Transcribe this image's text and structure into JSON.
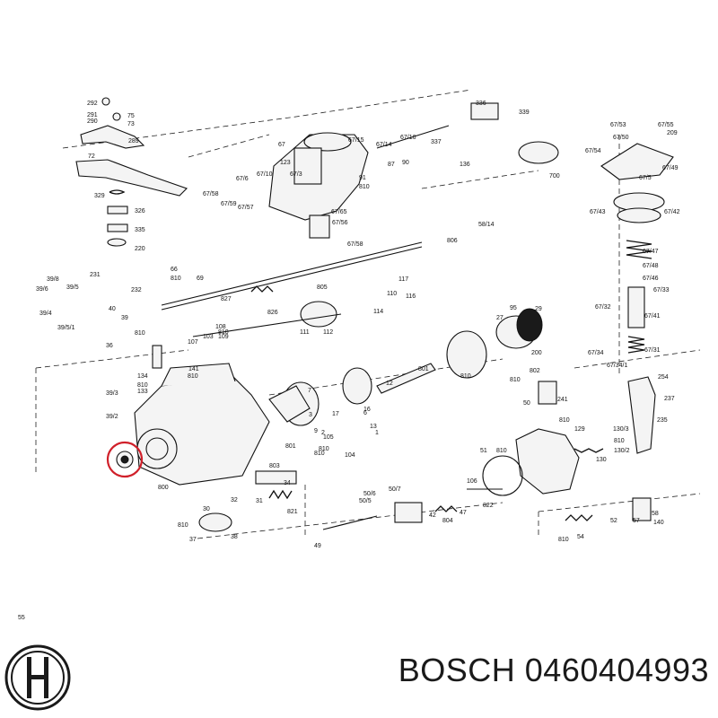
{
  "brand": "BOSCH",
  "part_number": "0460404993",
  "caption": "BOSCH 0460404993",
  "highlight_color": "#d0202a",
  "diagram": {
    "labels": [
      "292",
      "291",
      "75",
      "290",
      "73",
      "289",
      "72",
      "329",
      "326",
      "335",
      "220",
      "123",
      "67",
      "67/3",
      "67/10",
      "67/6",
      "67/58",
      "67/59",
      "67/57",
      "67/15",
      "67/14",
      "67/16",
      "336",
      "339",
      "337",
      "87",
      "90",
      "91",
      "810",
      "136",
      "700",
      "67/65",
      "67/56",
      "67/58",
      "805",
      "58/14",
      "806",
      "67/53",
      "67/55",
      "67/50",
      "209",
      "67/54",
      "67/49",
      "67/5",
      "67/43",
      "67/42",
      "67/47",
      "67/48",
      "67/46",
      "67/33",
      "66",
      "810",
      "69",
      "39/8",
      "39/6",
      "39/4",
      "39/5",
      "39/5/1",
      "231",
      "232",
      "40",
      "39",
      "36",
      "810",
      "827",
      "108",
      "826",
      "109",
      "810",
      "103",
      "107",
      "111",
      "112",
      "95",
      "29",
      "27",
      "200",
      "67/32",
      "67/41",
      "117",
      "116",
      "114",
      "110",
      "801",
      "802",
      "810",
      "67/34",
      "67/31",
      "67/34/1",
      "134",
      "810",
      "133",
      "141",
      "810",
      "39/3",
      "39/2",
      "12",
      "810",
      "1",
      "2",
      "6",
      "3",
      "13",
      "810",
      "17",
      "7",
      "16",
      "9",
      "105",
      "810",
      "104",
      "801",
      "803",
      "800",
      "254",
      "237",
      "235",
      "241",
      "130/3",
      "130/2",
      "50",
      "810",
      "129",
      "810",
      "130",
      "51",
      "106",
      "810",
      "32",
      "31",
      "34",
      "821",
      "30",
      "810",
      "37",
      "38",
      "50/6",
      "50/7",
      "50/5",
      "42",
      "804",
      "47",
      "822",
      "49",
      "52",
      "57",
      "58",
      "140",
      "810",
      "54",
      "55"
    ]
  }
}
